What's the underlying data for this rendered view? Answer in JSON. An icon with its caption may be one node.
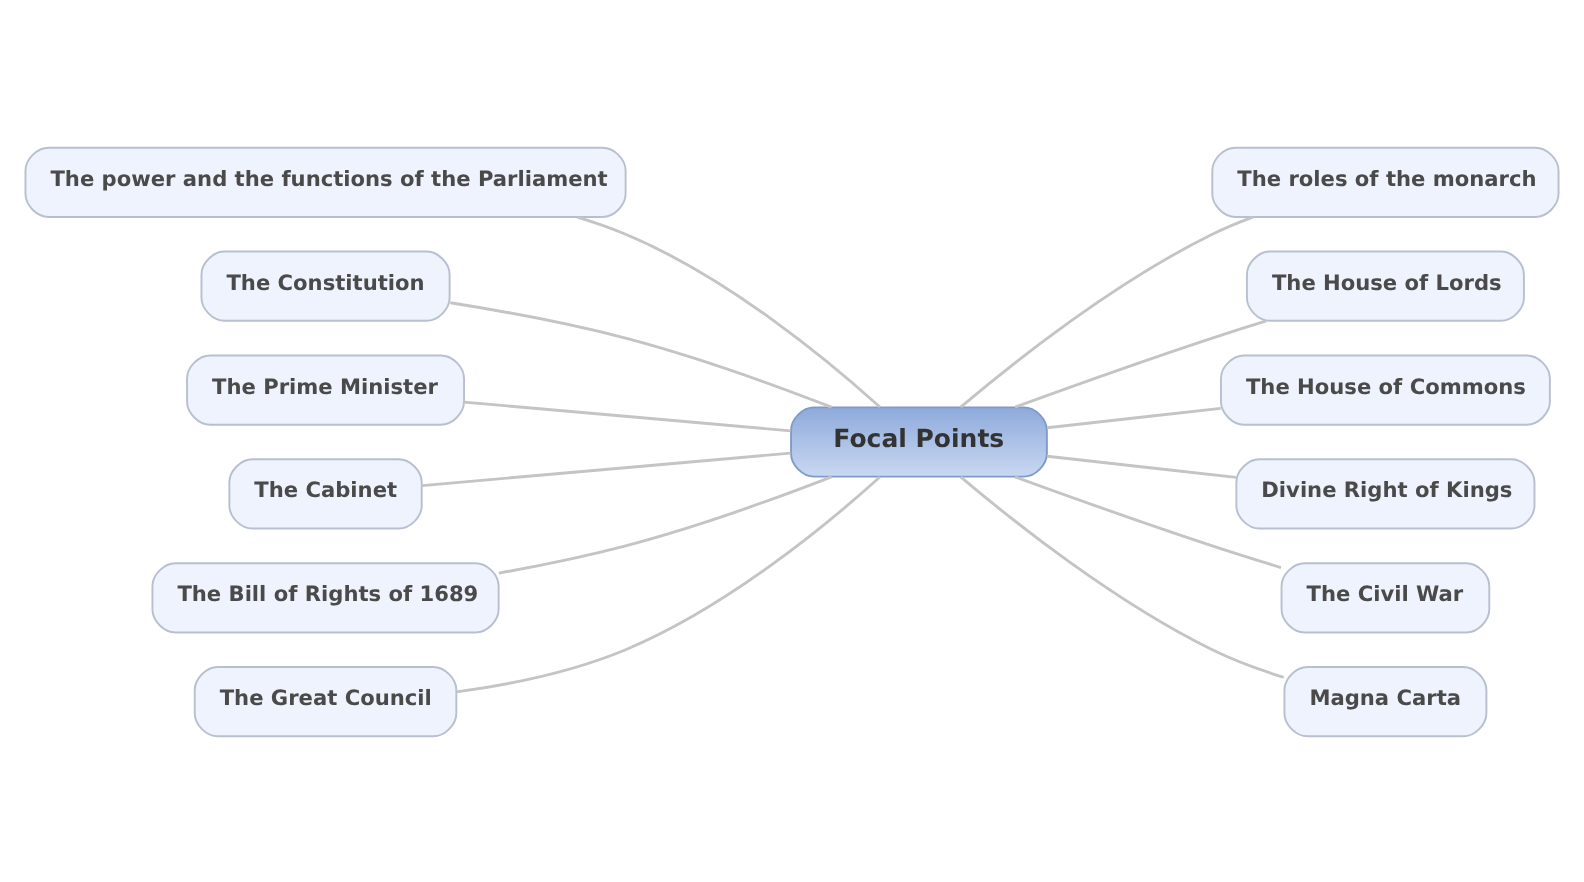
{
  "diagram": {
    "nodes": [
      {
        "text": [
          "Focal Points"
        ]
      },
      {
        "text": [
          "The power and the functions of the Parliament"
        ]
      },
      {
        "text": [
          "The Constitution"
        ]
      },
      {
        "text": [
          "The Prime Minister"
        ]
      },
      {
        "text": [
          "The Cabinet"
        ]
      },
      {
        "text": [
          "The Bill of Rights of 1689"
        ]
      },
      {
        "text": [
          "The Great Council"
        ]
      },
      {
        "text": [
          "The roles of the monarch"
        ]
      },
      {
        "text": [
          "The House of Lords"
        ]
      },
      {
        "text": [
          "The House of Commons"
        ]
      },
      {
        "text": [
          "Divine Right of Kings"
        ]
      },
      {
        "text": [
          "The Civil War"
        ]
      },
      {
        "text": [
          "Magna Carta"
        ]
      }
    ],
    "edges": [
      {
        "from": 0,
        "to": 1,
        "arrow": "none"
      },
      {
        "from": 0,
        "to": 2,
        "arrow": "none"
      },
      {
        "from": 0,
        "to": 3,
        "arrow": "none"
      },
      {
        "from": 0,
        "to": 4,
        "arrow": "none"
      },
      {
        "from": 0,
        "to": 5,
        "arrow": "none"
      },
      {
        "from": 0,
        "to": 6,
        "arrow": "none"
      },
      {
        "from": 0,
        "to": 7,
        "arrow": "none"
      },
      {
        "from": 0,
        "to": 8,
        "arrow": "none"
      },
      {
        "from": 0,
        "to": 9,
        "arrow": "none"
      },
      {
        "from": 0,
        "to": 10,
        "arrow": "none"
      },
      {
        "from": 0,
        "to": 11,
        "arrow": "none"
      },
      {
        "from": 0,
        "to": 12,
        "arrow": "none"
      }
    ]
  }
}
